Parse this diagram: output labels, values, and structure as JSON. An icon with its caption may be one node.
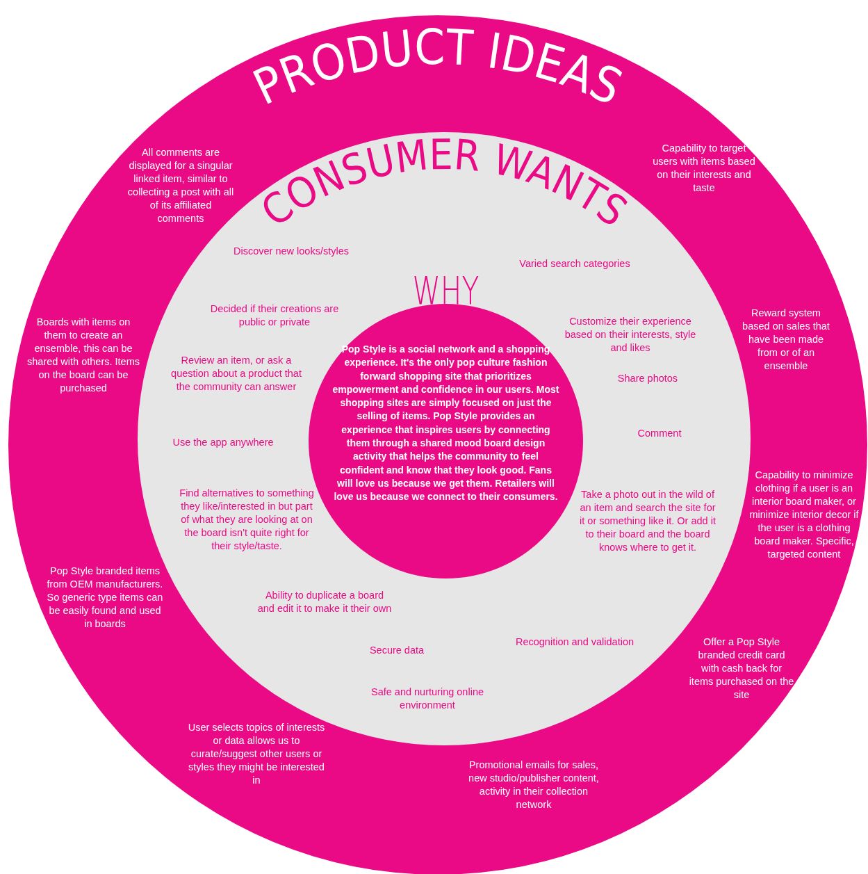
{
  "diagram": {
    "nodes": [
      {
        "text": [
          "PRODUCT IDEAS"
        ]
      },
      {
        "text": [
          "CONSUMER WANTS"
        ],
        "in": 0
      },
      {
        "text": [
          "WHY",
          "Pop Style is a social network and a shopping experience. It's the only pop culture fashion forward shopping site that prioritizes empowerment and confidence in our users. Most shopping sites are simply focused on just the selling of items. Pop Style provides an experience that inspires users by connecting them through a shared mood board design activity that helps the community to feel confident and know that they look good. Fans will love us because we get them. Retailers will love us because we connect to their consumers."
        ],
        "in": 1
      }
    ],
    "edges": [],
    "labels": [
      "All comments are displayed for a singular linked item, similar to collecting a post with all of its affiliated comments",
      "Capability to target users with items based on their interests and taste",
      "Discover new looks/styles",
      "Varied search categories",
      "Decided if their creations are public or private",
      "Boards with items on them to create an ensemble, this can be shared with others. Items on the board can be purchased",
      "Reward system based on sales that have been made from or of an ensemble",
      "Customize their experience based on their interests, style and likes",
      "Review an item, or ask a question about a product that the community can answer",
      "Share photos",
      "Comment",
      "Use the app anywhere",
      "Find alternatives to something they like/interested in but part of what they are looking at on the board isn't quite right for their style/taste.",
      "Take a photo out in the wild of an item and search the site for it or something like it. Or add it to their board and the board knows where to get it.",
      "Capability to minimize clothing if a user is an interior board maker, or minimize interior decor if the user is a clothing board maker. Specific, targeted content",
      "Pop Style branded items from OEM manufacturers. So generic type items can be easily found and used in boards",
      "Ability to duplicate a board and edit it to make it their own",
      "Recognition and validation",
      "Offer a Pop Style branded credit card with cash back for items purchased on the site",
      "Secure data",
      "Safe and nurturing online environment",
      "User selects topics of interests or data allows us to curate/suggest other users or styles they might be interested in",
      "Promotional emails for sales, new studio/publisher content, activity in their collection network"
    ]
  }
}
